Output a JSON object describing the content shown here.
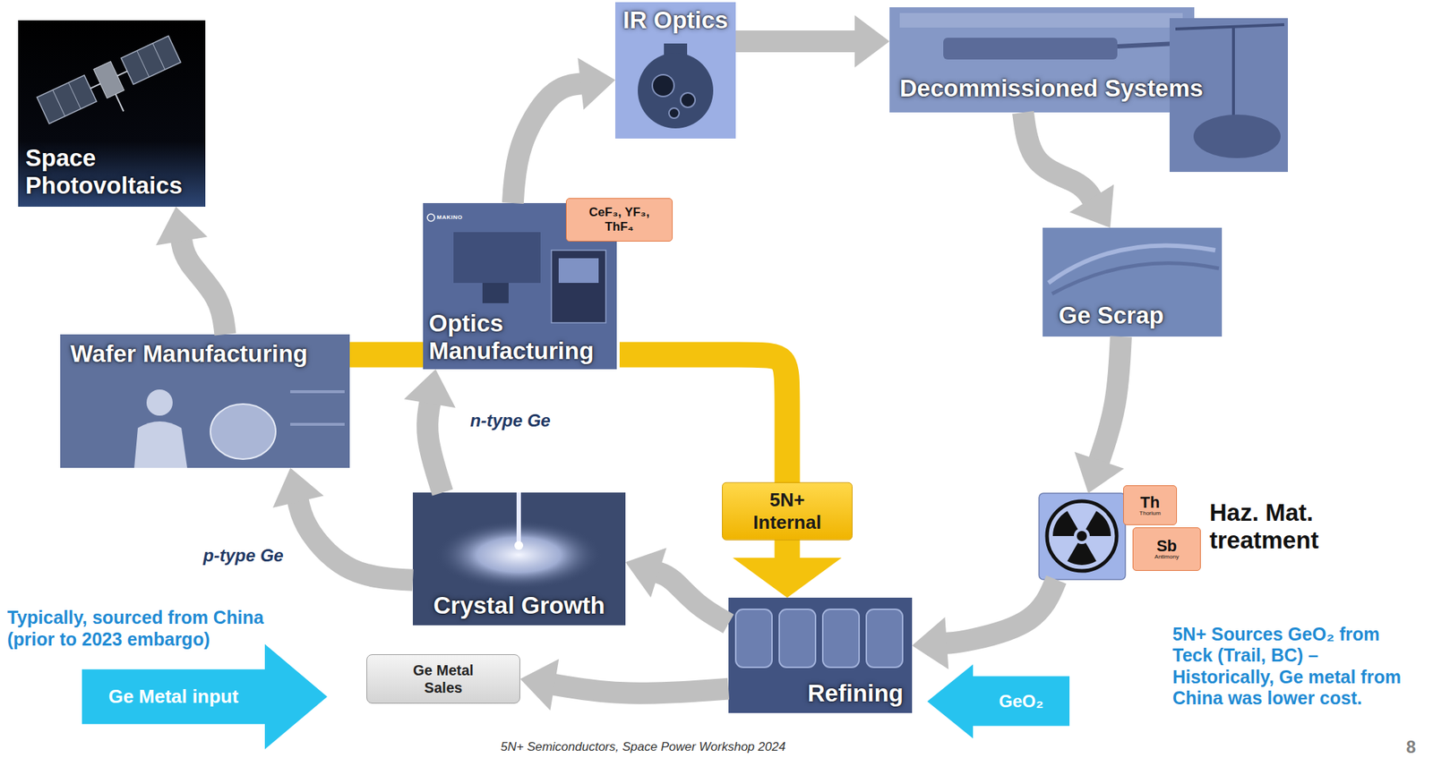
{
  "diagram": {
    "nodes": [
      {
        "text": [
          "IR Optics"
        ]
      },
      {
        "text": [
          "Decommissioned Systems"
        ]
      },
      {
        "text": [
          "Space Photovoltaics"
        ]
      },
      {
        "text": [
          "CeF₃, YF₃, ThF₄"
        ]
      },
      {
        "text": [
          "Optics Manufacturing"
        ]
      },
      {
        "text": [
          "Ge Scrap"
        ]
      },
      {
        "text": [
          "Wafer Manufacturing"
        ]
      },
      {
        "text": [
          "Th",
          "Thorium"
        ]
      },
      {
        "text": [
          "Crystal Growth"
        ]
      },
      {
        "text": [
          "Haz. Mat. treatment"
        ]
      },
      {
        "text": [
          "Sb",
          "Antimony"
        ]
      },
      {
        "text": [
          "Refining"
        ]
      },
      {
        "text": [
          "Ge Metal input"
        ]
      },
      {
        "text": [
          "Ge Metal Sales"
        ]
      },
      {
        "text": [
          "GeO₂"
        ]
      }
    ],
    "edges": [
      {
        "from": 6,
        "to": 2,
        "arrow": "to"
      },
      {
        "from": 4,
        "to": 0,
        "arrow": "to"
      },
      {
        "from": 0,
        "to": 1,
        "arrow": "to"
      },
      {
        "from": 1,
        "to": 5,
        "arrow": "to"
      },
      {
        "from": 5,
        "to": 9,
        "arrow": "to"
      },
      {
        "from": 9,
        "to": 11,
        "arrow": "to"
      },
      {
        "from": 11,
        "to": 8,
        "arrow": "to"
      },
      {
        "from": 11,
        "to": 13,
        "arrow": "to"
      },
      {
        "from": 8,
        "to": 4,
        "label": "n-type Ge",
        "arrow": "to"
      },
      {
        "from": 8,
        "to": 6,
        "label": "p-type Ge",
        "arrow": "to"
      },
      {
        "from": 6,
        "to": 4,
        "arrow": "none"
      },
      {
        "from": 4,
        "to": 11,
        "label": "5N+ Internal",
        "arrow": "to"
      }
    ],
    "labels": [
      "MAKINO",
      "Typically, sourced from China (prior to 2023 embargo)",
      "5N+ Sources GeO₂ from Teck (Trail, BC) – Historically, Ge metal from China was lower cost.",
      "5N+ Semiconductors, Space Power Workshop 2024",
      "8"
    ]
  }
}
